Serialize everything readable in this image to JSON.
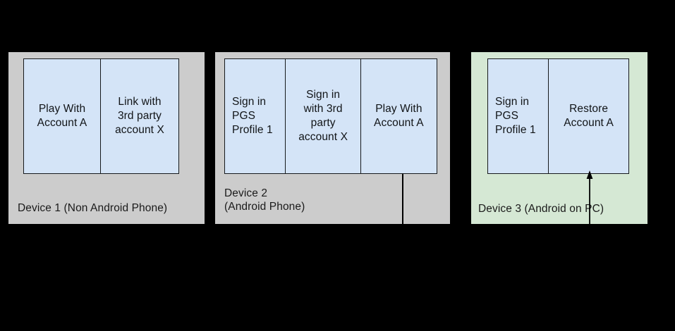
{
  "diagram": {
    "title_colors": {
      "panel_gray": "#cccccc",
      "panel_green": "#d5e8d4",
      "box_blue": "#d4e4f7",
      "stroke": "#16191c",
      "background": "#000000"
    },
    "devices": [
      {
        "id": "device-1",
        "label": "Device 1 (Non Android Phone)",
        "panel_color": "#cccccc",
        "cells": [
          {
            "text": "Play With\nAccount A",
            "align": "center"
          },
          {
            "text": "Link with\n3rd party\naccount X",
            "align": "center"
          }
        ]
      },
      {
        "id": "device-2",
        "label": "Device 2\n(Android Phone)",
        "panel_color": "#cccccc",
        "cells": [
          {
            "text": "Sign in\nPGS\nProfile 1",
            "align": "left"
          },
          {
            "text": "Sign in\nwith 3rd\nparty\naccount X",
            "align": "center"
          },
          {
            "text": "Play With\nAccount A",
            "align": "center"
          }
        ]
      },
      {
        "id": "device-3",
        "label": "Device 3 (Android on PC)",
        "panel_color": "#d5e8d4",
        "cells": [
          {
            "text": "Sign in\nPGS\nProfile 1",
            "align": "left"
          },
          {
            "text": "Restore\nAccount A",
            "align": "center"
          }
        ]
      }
    ],
    "connector": {
      "name": "account-restore-arrow",
      "from": "device-2-play-with-account-a",
      "to": "device-3-restore-account-a",
      "direction": "up"
    }
  }
}
